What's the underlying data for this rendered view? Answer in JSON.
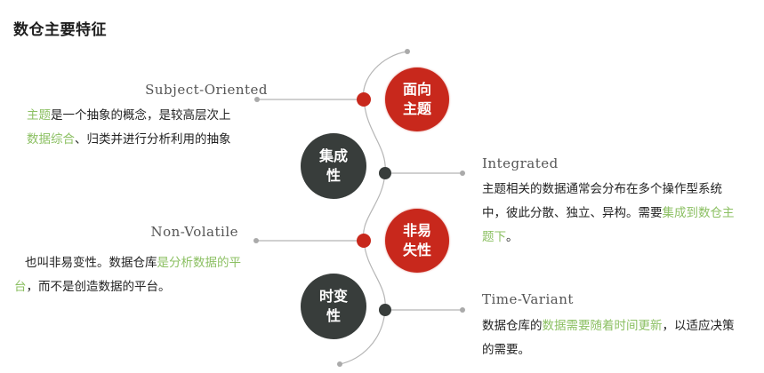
{
  "title": "数仓主要特征",
  "colors": {
    "red": "#c8281c",
    "dark": "#383d3b",
    "highlight_green": "#8cc063",
    "line_gray": "#b5b5b5"
  },
  "features": [
    {
      "id": "subject-oriented",
      "circle_label": "面向主题",
      "circle_color": "red",
      "english": "Subject-Oriented",
      "desc_parts": [
        {
          "text": "主题",
          "hl": true
        },
        {
          "text": "是一个抽象的概念，是较高层次上",
          "hl": false
        },
        {
          "text": "数据综合",
          "hl": true
        },
        {
          "text": "、归类并进行分析利用的抽象",
          "hl": false
        }
      ]
    },
    {
      "id": "integrated",
      "circle_label": "集成性",
      "circle_color": "dark",
      "english": "Integrated",
      "desc_parts": [
        {
          "text": "主题相关的数据通常会分布在多个操作型系统中，彼此分散、独立、异构。需要",
          "hl": false
        },
        {
          "text": "集成到数仓主题下",
          "hl": true
        },
        {
          "text": "。",
          "hl": false
        }
      ]
    },
    {
      "id": "non-volatile",
      "circle_label": "非易失性",
      "circle_color": "red",
      "english": "Non-Volatile",
      "desc_parts": [
        {
          "text": "也叫非易变性。数据仓库",
          "hl": false
        },
        {
          "text": "是分析数据的平台",
          "hl": true
        },
        {
          "text": "，而不是创造数据的平台。",
          "hl": false
        }
      ]
    },
    {
      "id": "time-variant",
      "circle_label": "时变性",
      "circle_color": "dark",
      "english": "Time-Variant",
      "desc_parts": [
        {
          "text": "数据仓库的",
          "hl": false
        },
        {
          "text": "数据需要随着时间更新",
          "hl": true
        },
        {
          "text": "，以适应决策的需要。",
          "hl": false
        }
      ]
    }
  ]
}
